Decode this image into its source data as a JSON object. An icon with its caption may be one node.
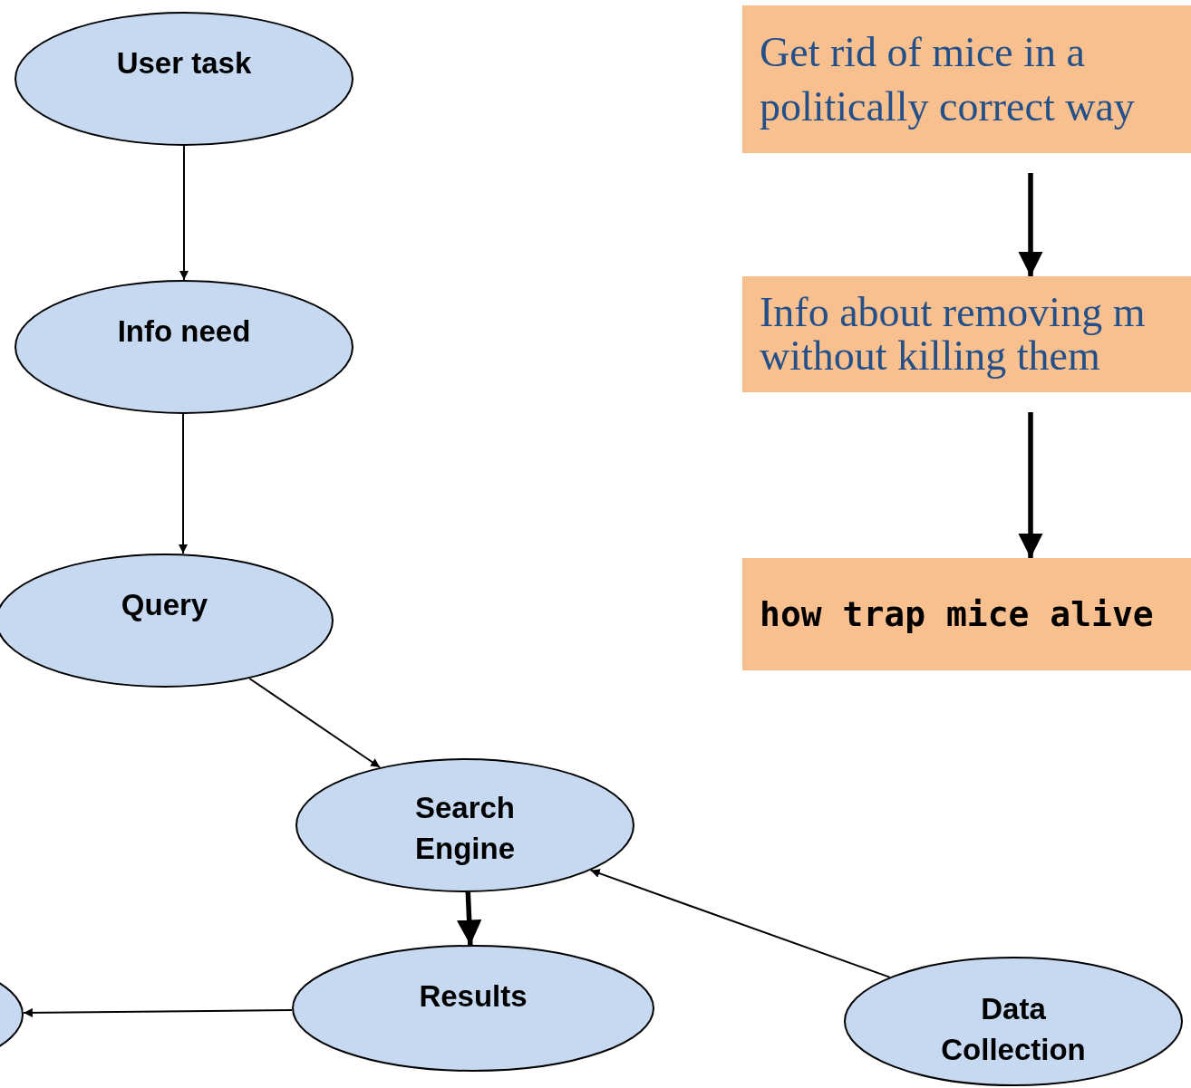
{
  "diagram": {
    "nodes": [
      {
        "text": [
          "User task"
        ]
      },
      {
        "text": [
          "Info need"
        ]
      },
      {
        "text": [
          "Query"
        ]
      },
      {
        "text": [
          "Search Engine"
        ]
      },
      {
        "text": [
          "Results"
        ]
      },
      {
        "text": [
          "Data Collection"
        ]
      },
      {
        "text": [],
        "shape": "ellipse"
      },
      {
        "text": [
          "Get rid of mice in a politically correct way"
        ]
      },
      {
        "text": [
          "Info about removing m without killing them"
        ]
      },
      {
        "text": [
          "how trap mice alive"
        ]
      }
    ],
    "edges": [
      {
        "from": 0,
        "to": 1,
        "arrow": "to"
      },
      {
        "from": 1,
        "to": 2,
        "arrow": "to"
      },
      {
        "from": 2,
        "to": 3,
        "arrow": "to"
      },
      {
        "from": 3,
        "to": 4,
        "arrow": "to",
        "style": "thick"
      },
      {
        "from": 5,
        "to": 3,
        "arrow": "to"
      },
      {
        "from": 4,
        "to": 6,
        "arrow": "to"
      },
      {
        "from": 7,
        "to": 8,
        "arrow": "to",
        "style": "thick"
      },
      {
        "from": 8,
        "to": 9,
        "arrow": "to",
        "style": "thick"
      }
    ]
  }
}
